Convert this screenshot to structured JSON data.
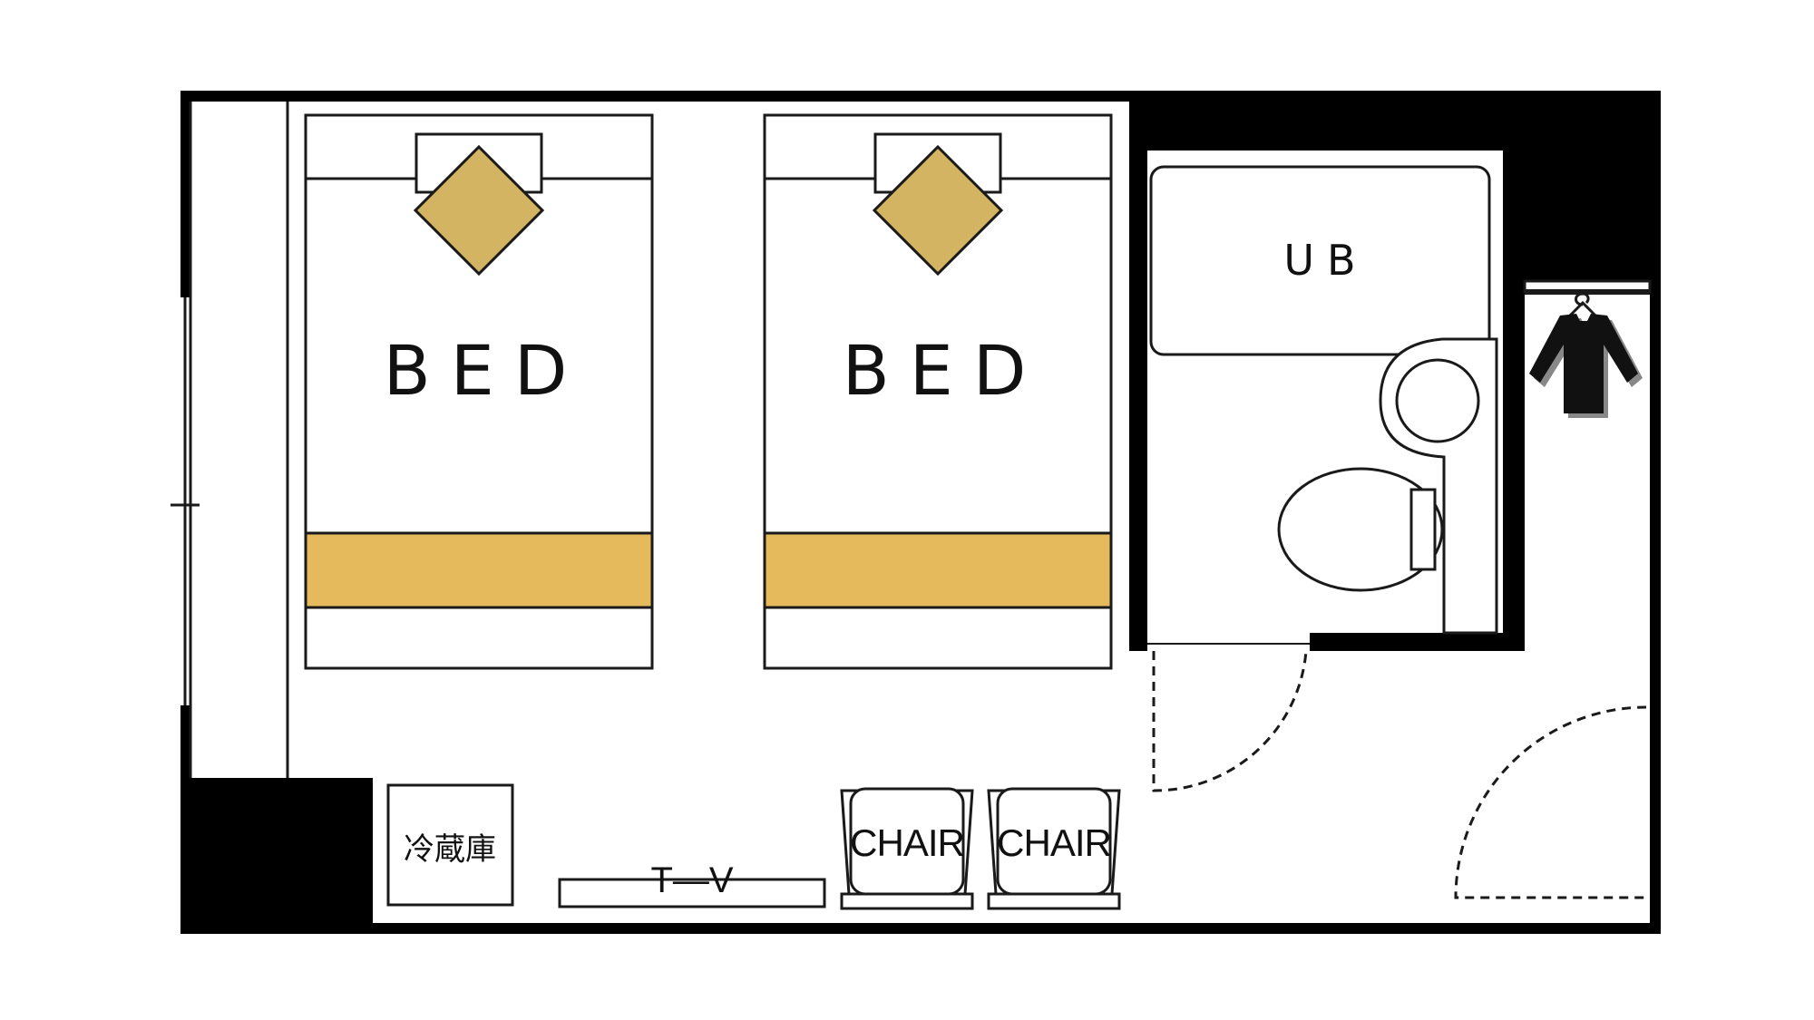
{
  "labels": {
    "bed_1": "BED",
    "bed_2": "BED",
    "unit_bath": "UB",
    "refrigerator": "冷蔵庫",
    "tv": "T—V",
    "chair_1": "CHAIR",
    "chair_2": "CHAIR"
  },
  "colors": {
    "wall": "#000000",
    "pillow_diamond": "#d2b463",
    "bed_runner": "#e5ba5c",
    "line": "#1a1a1a",
    "background": "#ffffff"
  },
  "icons": [
    "hanger-icon",
    "clothes-icon"
  ]
}
